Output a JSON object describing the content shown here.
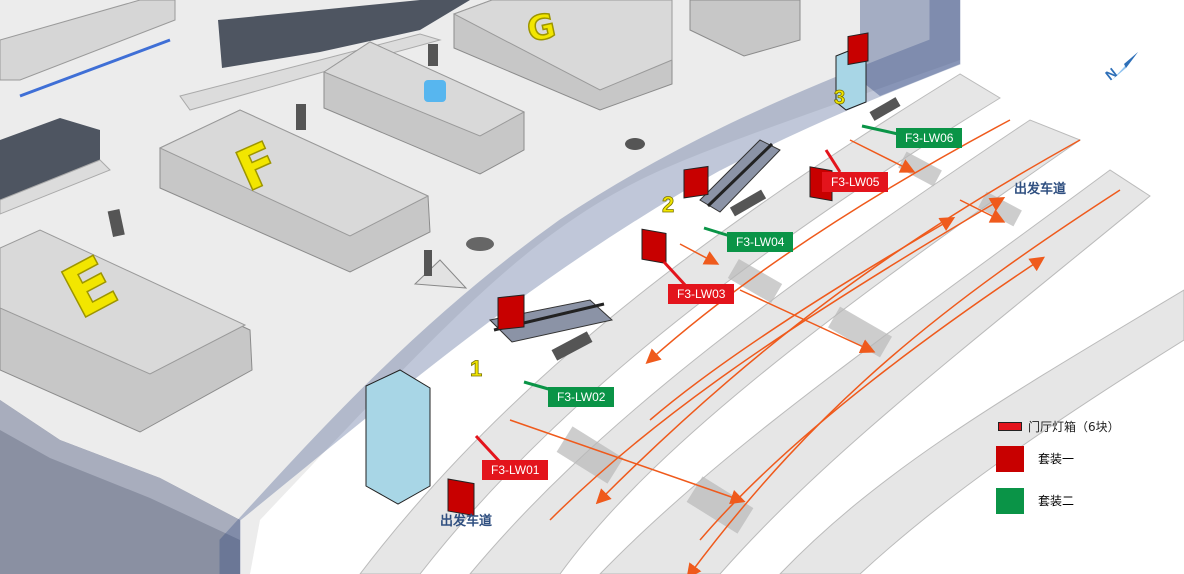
{
  "zones": [
    "E",
    "F",
    "G"
  ],
  "stairs": [
    "1",
    "2",
    "3"
  ],
  "lightboxes": [
    {
      "id": "F3-LW01",
      "package": "suite-1"
    },
    {
      "id": "F3-LW02",
      "package": "suite-2"
    },
    {
      "id": "F3-LW03",
      "package": "suite-1"
    },
    {
      "id": "F3-LW04",
      "package": "suite-2"
    },
    {
      "id": "F3-LW05",
      "package": "suite-1"
    },
    {
      "id": "F3-LW06",
      "package": "suite-2"
    }
  ],
  "lanes": [
    "出发车道",
    "出发车道"
  ],
  "compass": "N",
  "legend": {
    "item_label": "门厅灯箱（6块）",
    "suite1_label": "套装一",
    "suite2_label": "套装二",
    "suite1_color": "#e3141c",
    "suite2_color": "#0a9447"
  },
  "colors": {
    "floor": "#ededed",
    "island_top": "#d4d4d4",
    "wall_glass": "#1f3a78",
    "road": "#e5e5e5",
    "arrow": "#ef5a1c",
    "zone_letter": "#f2e600"
  }
}
